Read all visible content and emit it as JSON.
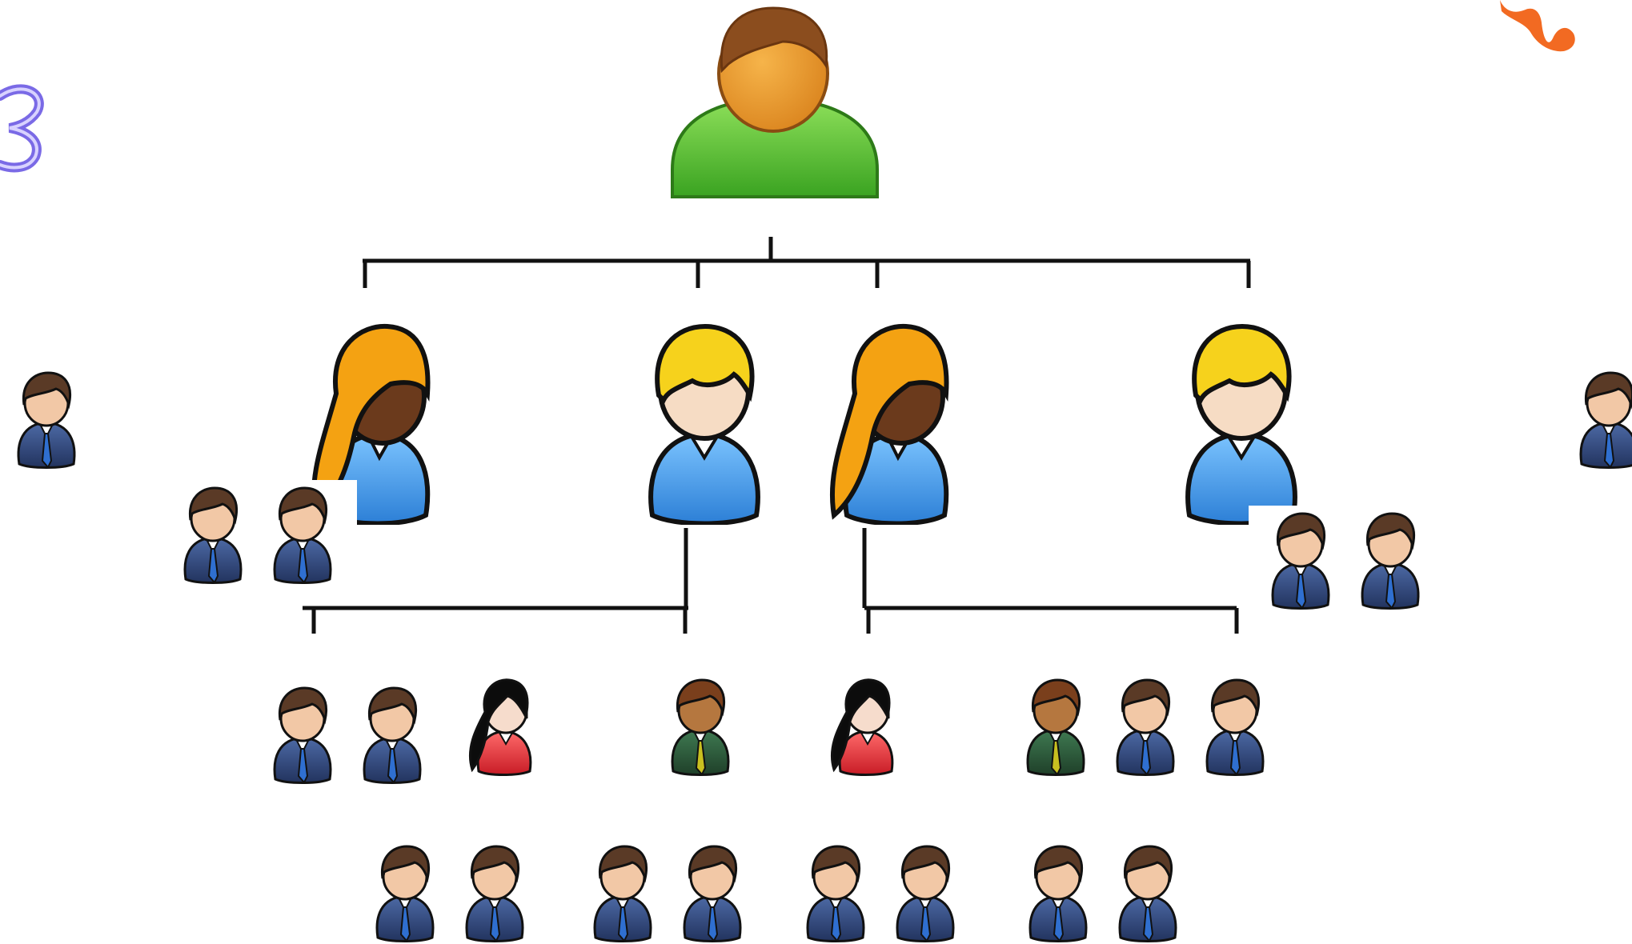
{
  "diagram": {
    "kind": "organization hierarchy",
    "root": {
      "role": "manager",
      "icon": "user-green-icon"
    },
    "level2": [
      {
        "icon": "woman-orange-hair-icon"
      },
      {
        "icon": "man-blond-hair-icon"
      },
      {
        "icon": "woman-orange-hair-icon"
      },
      {
        "icon": "man-blond-hair-icon"
      }
    ],
    "staff_icon": "businessman-icon",
    "decorations": [
      "purple-digit-fragment",
      "orange-splash-fragment"
    ]
  },
  "colors": {
    "connector": "#111111",
    "root_body": "#5cc43a",
    "root_head": "#e89a2e",
    "orange_hair": "#f4a212",
    "blond_hair": "#f5d21a",
    "shirt_blue": "#3a93e6",
    "suit_navy": "#2d4272",
    "tie_blue": "#2f6fd0",
    "suit_green": "#2f5a3a",
    "tie_yellow": "#c8c020",
    "red_top": "#e0303a",
    "accent_purple": "#6a5cd8",
    "accent_orange": "#f26a22"
  }
}
